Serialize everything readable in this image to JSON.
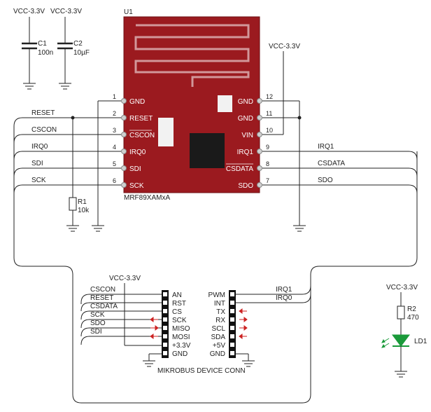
{
  "power": {
    "vcc_c1": "VCC-3.3V",
    "vcc_c2": "VCC-3.3V",
    "vcc_right": "VCC-3.3V",
    "vcc_mikrobus": "VCC-3.3V",
    "vcc_led": "VCC-3.3V"
  },
  "capacitors": [
    {
      "ref": "C1",
      "value": "100n"
    },
    {
      "ref": "C2",
      "value": "10µF"
    }
  ],
  "module": {
    "ref": "U1",
    "part": "MRF89XAMxA",
    "left_pins": [
      {
        "num": "1",
        "label": "GND"
      },
      {
        "num": "2",
        "label": "RESET"
      },
      {
        "num": "3",
        "label": "CSCON"
      },
      {
        "num": "4",
        "label": "IRQ0"
      },
      {
        "num": "5",
        "label": "SDI"
      },
      {
        "num": "6",
        "label": "SCK"
      }
    ],
    "right_pins": [
      {
        "num": "12",
        "label": "GND"
      },
      {
        "num": "11",
        "label": "GND"
      },
      {
        "num": "10",
        "label": "VIN"
      },
      {
        "num": "9",
        "label": "IRQ1"
      },
      {
        "num": "8",
        "label": "CSDATA"
      },
      {
        "num": "7",
        "label": "SDO"
      }
    ]
  },
  "nets_left": [
    "RESET",
    "CSCON",
    "IRQ0",
    "SDI",
    "SCK"
  ],
  "nets_right": [
    "IRQ1",
    "CSDATA",
    "SDO"
  ],
  "resistor_r1": {
    "ref": "R1",
    "value": "10k"
  },
  "mikrobus": {
    "title": "MIKROBUS DEVICE CONN",
    "left_nets": [
      "CSCON",
      "RESET",
      "CSDATA",
      "SCK",
      "SDO",
      "SDI"
    ],
    "left_pins": [
      "AN",
      "RST",
      "CS",
      "SCK",
      "MISO",
      "MOSI",
      "+3.3V",
      "GND"
    ],
    "right_pins": [
      "PWM",
      "INT",
      "TX",
      "RX",
      "SCL",
      "SDA",
      "+5V",
      "GND"
    ],
    "right_nets": [
      "IRQ1",
      "IRQ0"
    ]
  },
  "led_circuit": {
    "resistor_ref": "R2",
    "resistor_value": "470",
    "led_ref": "LD1"
  },
  "colors": {
    "module": "#9b1a1f",
    "led": "#1a9a3a",
    "arrow": "#cc2222",
    "chip": "#1a1a1a"
  }
}
